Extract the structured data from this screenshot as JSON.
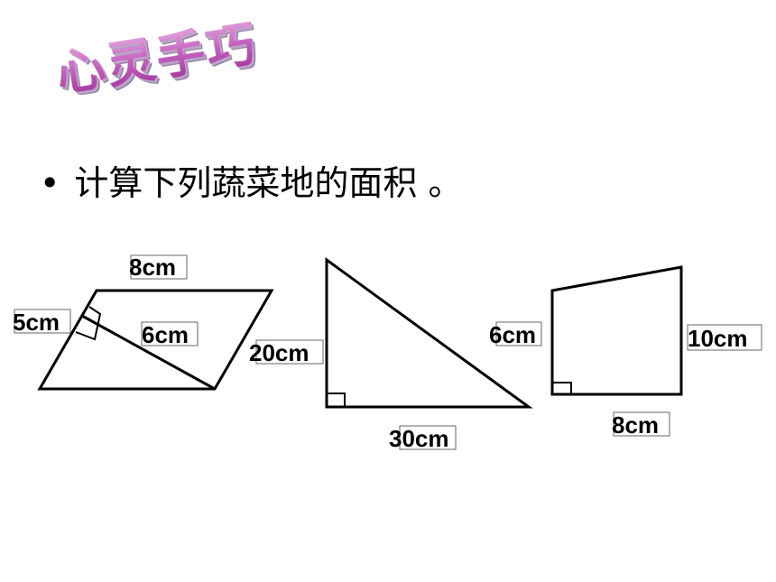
{
  "title": "心灵手巧",
  "bullet": "•",
  "instruction": "计算下列蔬菜地的面积 。",
  "colors": {
    "title_top": "#f4c6ef",
    "title_bottom": "#9a2f95",
    "stroke": "#000000"
  },
  "parallelogram": {
    "top_side": "8cm",
    "left_side": "5cm",
    "height": "6cm"
  },
  "triangle": {
    "height": "20cm",
    "base": "30cm"
  },
  "trapezoid": {
    "left_side": "6cm",
    "right_side": "10cm",
    "base": "8cm"
  }
}
